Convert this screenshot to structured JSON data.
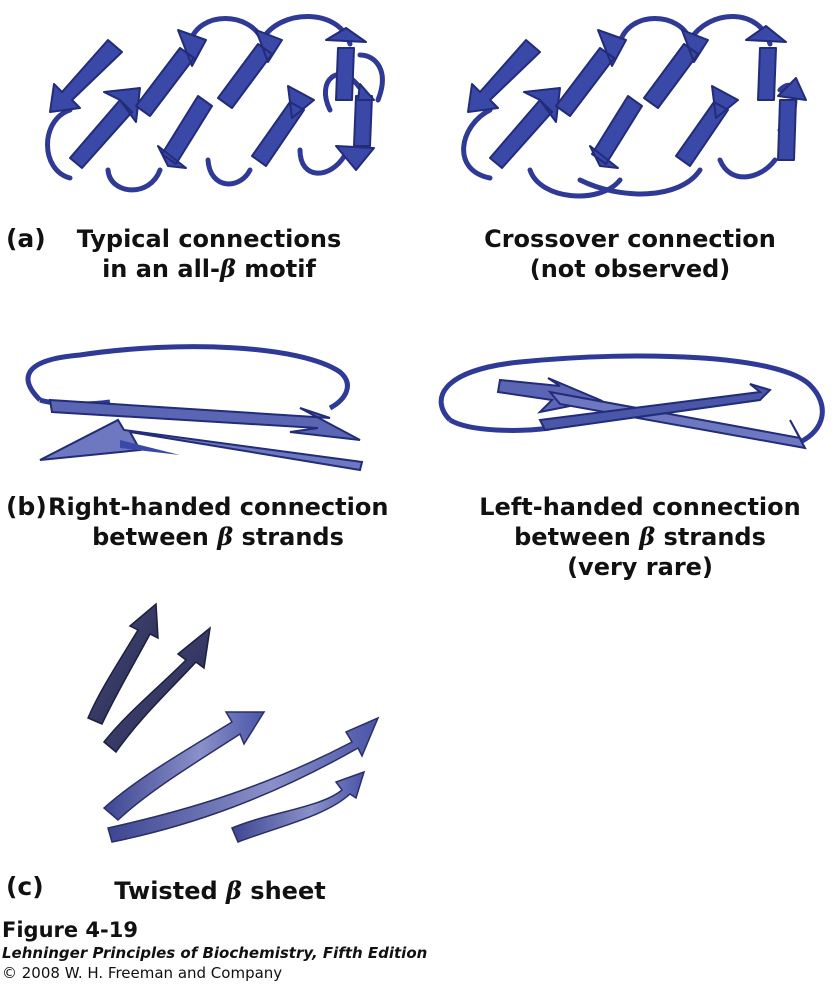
{
  "panels": {
    "a": {
      "letter": "(a)",
      "left_caption_line1": "Typical connections",
      "left_caption_line2_prefix": "in an all-",
      "left_caption_line2_beta": "β",
      "left_caption_line2_suffix": " motif",
      "right_caption_line1": "Crossover connection",
      "right_caption_line2": "(not observed)"
    },
    "b": {
      "letter": "(b)",
      "left_caption_line1": "Right-handed connection",
      "left_caption_line2_prefix": "between ",
      "left_caption_line2_beta": "β",
      "left_caption_line2_suffix": " strands",
      "right_caption_line1": "Left-handed connection",
      "right_caption_line2_prefix": "between ",
      "right_caption_line2_beta": "β",
      "right_caption_line2_suffix": " strands",
      "right_caption_line3": "(very rare)"
    },
    "c": {
      "letter": "(c)",
      "caption_prefix": "Twisted ",
      "caption_beta": "β",
      "caption_suffix": " sheet"
    }
  },
  "footer": {
    "figure_number": "Figure 4-19",
    "book_title": "Lehninger Principles of Biochemistry, Fifth Edition",
    "copyright": "© 2008 W. H. Freeman and Company"
  },
  "colors": {
    "strand_fill": "#3a48a8",
    "strand_edge": "#222c78",
    "sheet_light": "#6a72b8",
    "sheet_dark": "#2c3064"
  }
}
